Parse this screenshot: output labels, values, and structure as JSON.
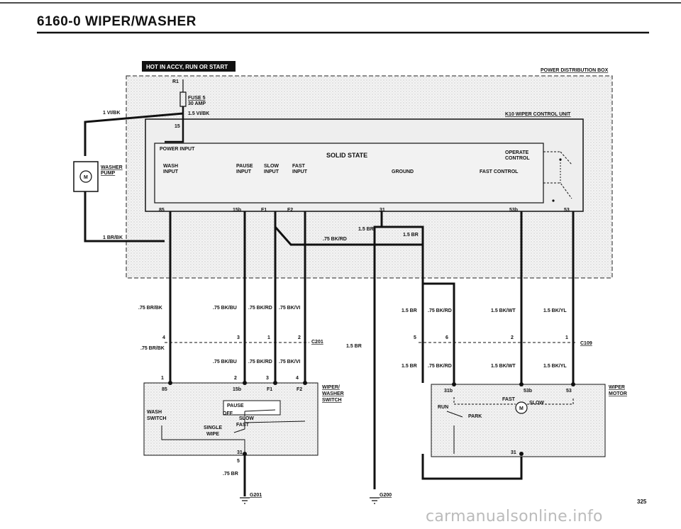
{
  "page": {
    "title": "6160-0   WIPER/WASHER",
    "page_number": "325",
    "watermark": "carmanualsonline.info"
  },
  "banner": "HOT IN ACCY, RUN OR START",
  "power_box": {
    "title": "POWER DISTRIBUTION BOX",
    "r1": "R1",
    "fuse": "FUSE 5",
    "fuse_amp": "30 AMP",
    "fuse_wire": "1.5 VI/BK"
  },
  "control_unit": {
    "title": "K10 WIPER CONTROL UNIT",
    "power_input": "POWER INPUT",
    "solid_state": "SOLID STATE",
    "wash_input": [
      "WASH",
      "INPUT"
    ],
    "pause_input": [
      "PAUSE",
      "INPUT"
    ],
    "slow_input": [
      "SLOW",
      "INPUT"
    ],
    "fast_input": [
      "FAST",
      "INPUT"
    ],
    "ground": "GROUND",
    "fast_control": "FAST CONTROL",
    "operate_control": [
      "OPERATE",
      "CONTROL"
    ],
    "pin15": "15",
    "pins": [
      "85",
      "15b",
      "F1",
      "F2",
      "31",
      "53b",
      "53"
    ]
  },
  "washer_pump": {
    "label": [
      "WASHER",
      "PUMP"
    ],
    "wire_in": "1 VI/BK",
    "wire_out": "1 BR/BK",
    "motor": "M"
  },
  "wires": {
    "br_bk": ".75 BR/BK",
    "bk_bu": ".75 BK/BU",
    "bk_rd": ".75 BK/RD",
    "bk_vi": ".75 BK/VI",
    "br15": "1.5 BR",
    "bk_wt": "1.5 BK/WT",
    "bk_yl": "1.5 BK/YL",
    "br75": ".75 BR"
  },
  "connectors": {
    "c201": "C201",
    "c109": "C109",
    "c201_pins": [
      "4",
      "3",
      "1",
      "2"
    ],
    "c109_pins": [
      "5",
      "6",
      "2",
      "1"
    ]
  },
  "wiper_switch": {
    "label": [
      "WIPER/",
      "WASHER",
      "SWITCH"
    ],
    "pin_top": [
      "1",
      "2",
      "3",
      "4"
    ],
    "pins": [
      "85",
      "15b",
      "F1",
      "F2"
    ],
    "pause": "PAUSE",
    "off": "OFF",
    "slow": "SLOW",
    "fast": "FAST",
    "wash_switch": [
      "WASH",
      "SWITCH"
    ],
    "single_wipe": [
      "SINGLE",
      "WIPE"
    ],
    "pin31": "31",
    "pin5": "5"
  },
  "wiper_motor": {
    "label": [
      "WIPER",
      "MOTOR"
    ],
    "pins": [
      "31b",
      "53b",
      "53"
    ],
    "fast": "FAST",
    "run": "RUN",
    "slow": "SLOW",
    "park": "PARK",
    "pin31": "31",
    "motor": "M"
  },
  "grounds": {
    "g201": "G201",
    "g200": "G200"
  }
}
